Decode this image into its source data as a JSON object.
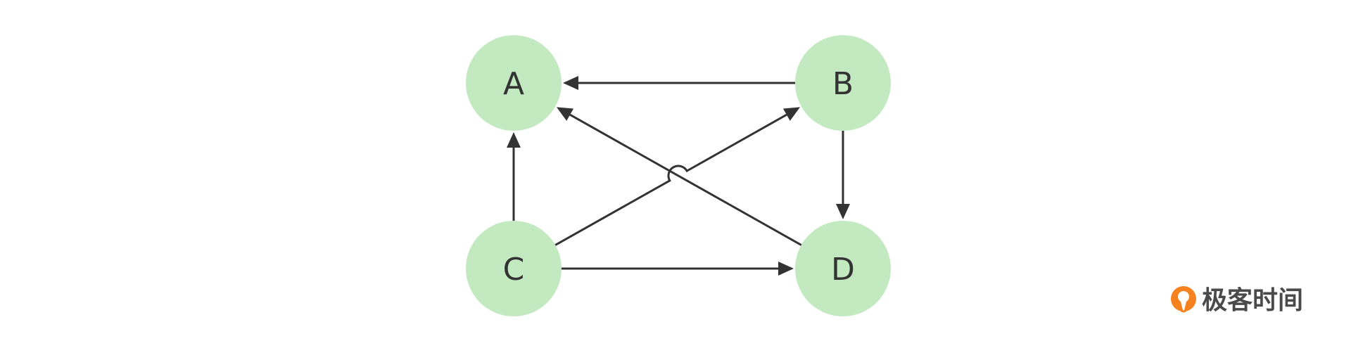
{
  "diagram": {
    "nodes": [
      {
        "id": "A",
        "label": "A"
      },
      {
        "id": "B",
        "label": "B"
      },
      {
        "id": "C",
        "label": "C"
      },
      {
        "id": "D",
        "label": "D"
      }
    ],
    "edges": [
      {
        "from": "B",
        "to": "A"
      },
      {
        "from": "C",
        "to": "A"
      },
      {
        "from": "C",
        "to": "B"
      },
      {
        "from": "D",
        "to": "A"
      },
      {
        "from": "B",
        "to": "D"
      },
      {
        "from": "C",
        "to": "D"
      }
    ],
    "colors": {
      "node_fill": "#c2e9c0",
      "edge": "#333333"
    }
  },
  "watermark": {
    "text": "极客时间",
    "icon": "geektime-logo-icon",
    "icon_color": "#f5821f"
  }
}
